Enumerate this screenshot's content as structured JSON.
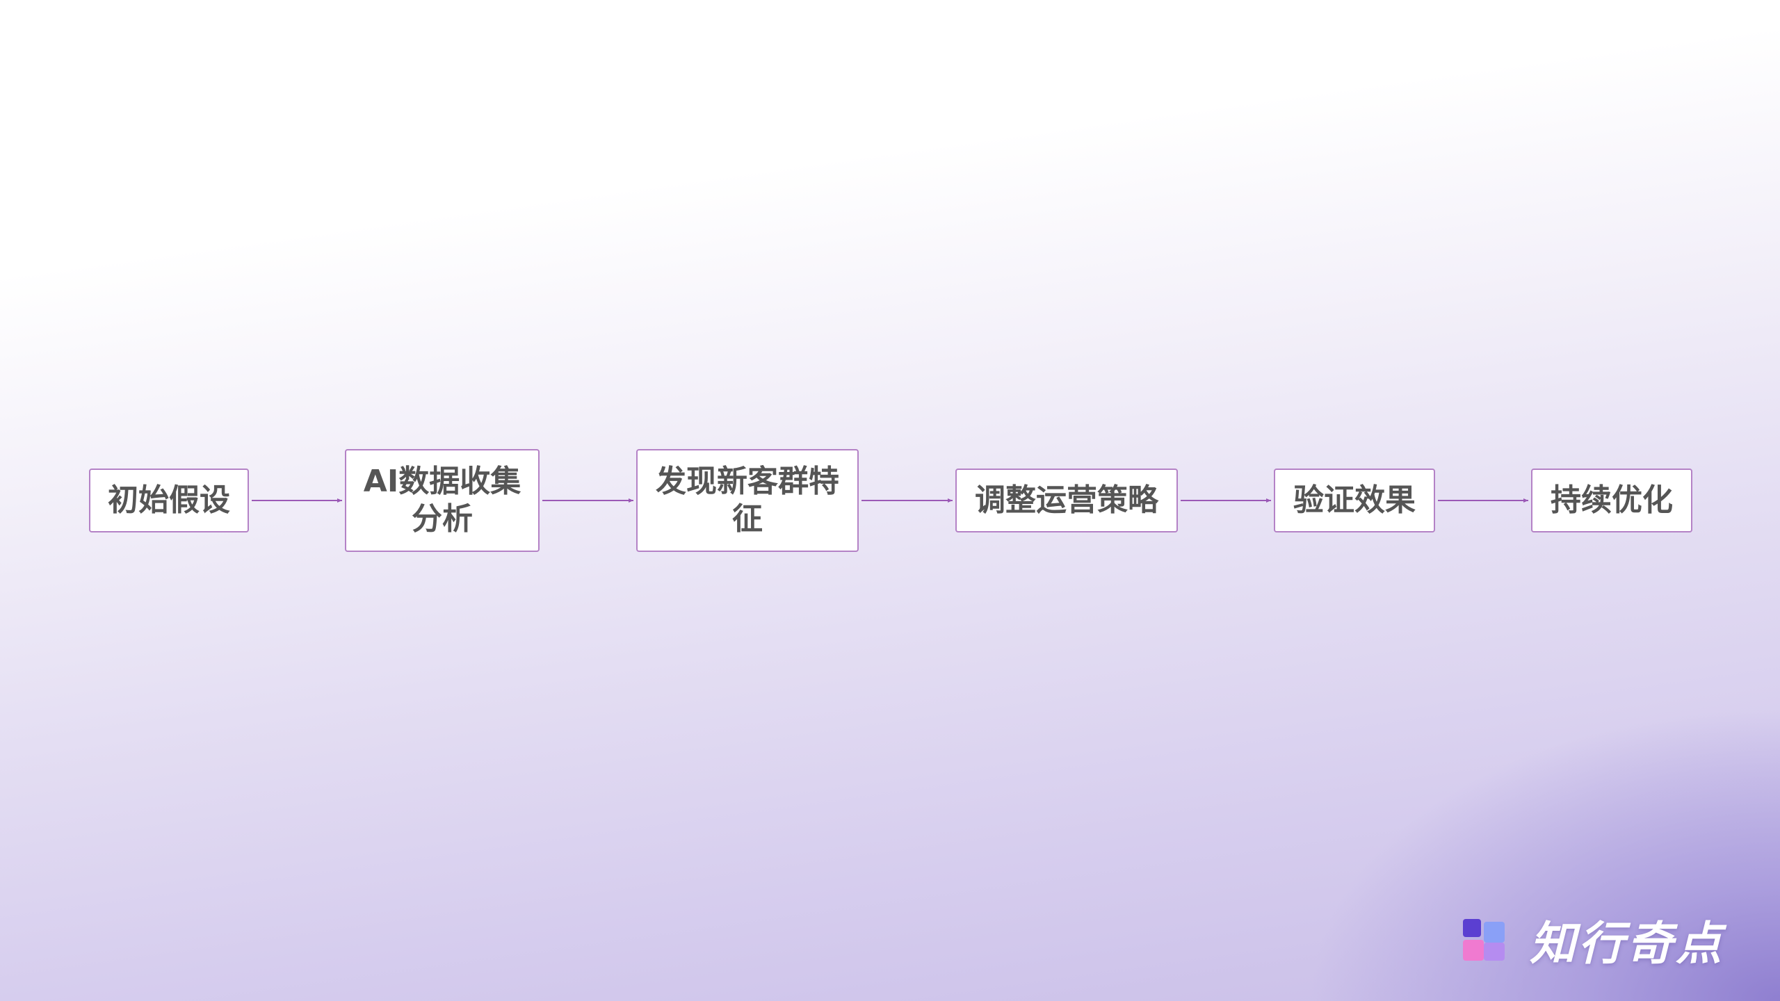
{
  "flow": {
    "steps": [
      {
        "label": "初始假设"
      },
      {
        "label": "AI数据收集分析"
      },
      {
        "label": "发现新客群特征"
      },
      {
        "label": "调整运营策略"
      },
      {
        "label": "验证效果"
      },
      {
        "label": "持续优化"
      }
    ],
    "colors": {
      "node_border": "#b482c6",
      "node_text": "#555555",
      "arrow": "#9b59b6"
    }
  },
  "brand": {
    "name": "知行奇点",
    "logo_icon": "puzzle-squares-icon",
    "colors": [
      "#5b3fd1",
      "#f07ad0",
      "#8aa0f7",
      "#b58cf0"
    ]
  }
}
